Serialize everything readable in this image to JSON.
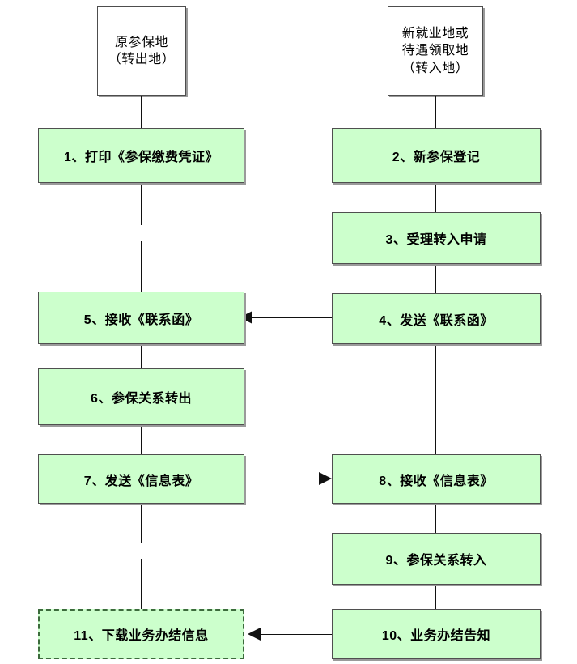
{
  "diagram": {
    "type": "flowchart",
    "colors": {
      "box_fill": "#CCFFCC",
      "box_border": "#4F4F4F",
      "dashed_border": "#3C6B3C",
      "connector": "#111111",
      "background": "#FFFFFF"
    },
    "columns": [
      {
        "id": "left",
        "header_lines": [
          "原参保地",
          "（转出地）"
        ]
      },
      {
        "id": "right",
        "header_lines": [
          "新就业地或",
          "待遇领取地",
          "（转入地）"
        ]
      }
    ],
    "steps": [
      {
        "id": "step1",
        "column": "left",
        "label": "1、打印《参保缴费凭证》",
        "style": "solid"
      },
      {
        "id": "step2",
        "column": "right",
        "label": "2、新参保登记",
        "style": "solid"
      },
      {
        "id": "step3",
        "column": "right",
        "label": "3、受理转入申请",
        "style": "solid"
      },
      {
        "id": "step4",
        "column": "right",
        "label": "4、发送《联系函》",
        "style": "solid"
      },
      {
        "id": "step5",
        "column": "left",
        "label": "5、接收《联系函》",
        "style": "solid"
      },
      {
        "id": "step6",
        "column": "left",
        "label": "6、参保关系转出",
        "style": "solid"
      },
      {
        "id": "step7",
        "column": "left",
        "label": "7、发送《信息表》",
        "style": "solid"
      },
      {
        "id": "step8",
        "column": "right",
        "label": "8、接收《信息表》",
        "style": "solid"
      },
      {
        "id": "step9",
        "column": "right",
        "label": "9、参保关系转入",
        "style": "solid"
      },
      {
        "id": "step10",
        "column": "right",
        "label": "10、业务办结告知",
        "style": "solid"
      },
      {
        "id": "step11",
        "column": "left",
        "label": "11、下载业务办结信息",
        "style": "dashed"
      }
    ],
    "connections": [
      {
        "from": "step4",
        "to": "step5",
        "direction": "left",
        "style": "solid"
      },
      {
        "from": "step7",
        "to": "step8",
        "direction": "right",
        "style": "solid"
      },
      {
        "from": "step10",
        "to": "step11",
        "direction": "left",
        "style": "solid"
      }
    ]
  }
}
